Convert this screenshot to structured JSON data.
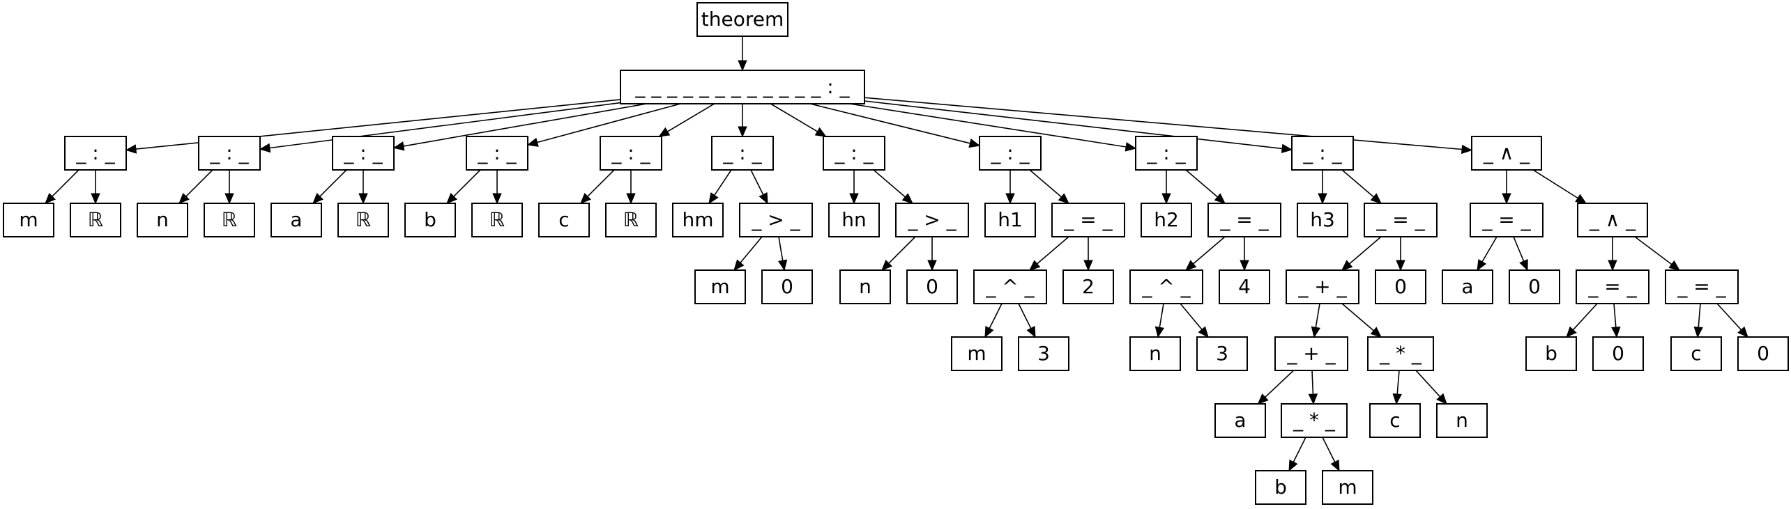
{
  "tree": {
    "nodes": [
      {
        "id": "theorem",
        "label": "theorem"
      },
      {
        "id": "root",
        "label": "_ _ _ _ _ _ _ _ _ _ _ _ : _"
      },
      {
        "id": "c1",
        "label": "_ : _"
      },
      {
        "id": "c1m",
        "label": "m"
      },
      {
        "id": "c1r",
        "label": "ℝ"
      },
      {
        "id": "c2",
        "label": "_ : _"
      },
      {
        "id": "c2n",
        "label": "n"
      },
      {
        "id": "c2r",
        "label": "ℝ"
      },
      {
        "id": "c3",
        "label": "_ : _"
      },
      {
        "id": "c3a",
        "label": "a"
      },
      {
        "id": "c3r",
        "label": "ℝ"
      },
      {
        "id": "c4",
        "label": "_ : _"
      },
      {
        "id": "c4b",
        "label": "b"
      },
      {
        "id": "c4r",
        "label": "ℝ"
      },
      {
        "id": "c5",
        "label": "_ : _"
      },
      {
        "id": "c5c",
        "label": "c"
      },
      {
        "id": "c5r",
        "label": "ℝ"
      },
      {
        "id": "c6",
        "label": "_ : _"
      },
      {
        "id": "c6hm",
        "label": "hm"
      },
      {
        "id": "c6gt",
        "label": "_ > _"
      },
      {
        "id": "c6gtm",
        "label": "m"
      },
      {
        "id": "c6gt0",
        "label": "0"
      },
      {
        "id": "c7",
        "label": "_ : _"
      },
      {
        "id": "c7hn",
        "label": "hn"
      },
      {
        "id": "c7gt",
        "label": "_ > _"
      },
      {
        "id": "c7gtn",
        "label": "n"
      },
      {
        "id": "c7gt0",
        "label": "0"
      },
      {
        "id": "c8",
        "label": "_ : _"
      },
      {
        "id": "c8h",
        "label": "h1"
      },
      {
        "id": "c8eq",
        "label": "_ = _"
      },
      {
        "id": "c8pow",
        "label": "_ ^ _"
      },
      {
        "id": "c8two",
        "label": "2"
      },
      {
        "id": "c8m",
        "label": "m"
      },
      {
        "id": "c8three",
        "label": "3"
      },
      {
        "id": "c9",
        "label": "_ : _"
      },
      {
        "id": "c9h",
        "label": "h2"
      },
      {
        "id": "c9eq",
        "label": "_ = _"
      },
      {
        "id": "c9pow",
        "label": "_ ^ _"
      },
      {
        "id": "c9four",
        "label": "4"
      },
      {
        "id": "c9n",
        "label": "n"
      },
      {
        "id": "c9three",
        "label": "3"
      },
      {
        "id": "c10",
        "label": "_ : _"
      },
      {
        "id": "c10h",
        "label": "h3"
      },
      {
        "id": "c10eq",
        "label": "_ = _"
      },
      {
        "id": "c10plus",
        "label": "_ + _"
      },
      {
        "id": "c10zero",
        "label": "0"
      },
      {
        "id": "c10plus2",
        "label": "_ + _"
      },
      {
        "id": "c10mul",
        "label": "_ * _"
      },
      {
        "id": "c10a",
        "label": "a"
      },
      {
        "id": "c10mul2",
        "label": "_ * _"
      },
      {
        "id": "c10b",
        "label": "b"
      },
      {
        "id": "c10m",
        "label": "m"
      },
      {
        "id": "c10c",
        "label": "c"
      },
      {
        "id": "c10n",
        "label": "n"
      },
      {
        "id": "c11",
        "label": "_ ∧ _"
      },
      {
        "id": "c11eq",
        "label": "_ = _"
      },
      {
        "id": "c11and",
        "label": "_ ∧ _"
      },
      {
        "id": "c11a",
        "label": "a"
      },
      {
        "id": "c11zero",
        "label": "0"
      },
      {
        "id": "c11eq2",
        "label": "_ = _"
      },
      {
        "id": "c11eq3",
        "label": "_ = _"
      },
      {
        "id": "c11b",
        "label": "b"
      },
      {
        "id": "c11zero2",
        "label": "0"
      },
      {
        "id": "c11c",
        "label": "c"
      },
      {
        "id": "c11zero3",
        "label": "0"
      }
    ],
    "edges": [
      [
        "theorem",
        "root"
      ],
      [
        "root",
        "c1"
      ],
      [
        "root",
        "c2"
      ],
      [
        "root",
        "c3"
      ],
      [
        "root",
        "c4"
      ],
      [
        "root",
        "c5"
      ],
      [
        "root",
        "c6"
      ],
      [
        "root",
        "c7"
      ],
      [
        "root",
        "c8"
      ],
      [
        "root",
        "c9"
      ],
      [
        "root",
        "c10"
      ],
      [
        "root",
        "c11"
      ],
      [
        "c1",
        "c1m"
      ],
      [
        "c1",
        "c1r"
      ],
      [
        "c2",
        "c2n"
      ],
      [
        "c2",
        "c2r"
      ],
      [
        "c3",
        "c3a"
      ],
      [
        "c3",
        "c3r"
      ],
      [
        "c4",
        "c4b"
      ],
      [
        "c4",
        "c4r"
      ],
      [
        "c5",
        "c5c"
      ],
      [
        "c5",
        "c5r"
      ],
      [
        "c6",
        "c6hm"
      ],
      [
        "c6",
        "c6gt"
      ],
      [
        "c6gt",
        "c6gtm"
      ],
      [
        "c6gt",
        "c6gt0"
      ],
      [
        "c7",
        "c7hn"
      ],
      [
        "c7",
        "c7gt"
      ],
      [
        "c7gt",
        "c7gtn"
      ],
      [
        "c7gt",
        "c7gt0"
      ],
      [
        "c8",
        "c8h"
      ],
      [
        "c8",
        "c8eq"
      ],
      [
        "c8eq",
        "c8pow"
      ],
      [
        "c8eq",
        "c8two"
      ],
      [
        "c8pow",
        "c8m"
      ],
      [
        "c8pow",
        "c8three"
      ],
      [
        "c9",
        "c9h"
      ],
      [
        "c9",
        "c9eq"
      ],
      [
        "c9eq",
        "c9pow"
      ],
      [
        "c9eq",
        "c9four"
      ],
      [
        "c9pow",
        "c9n"
      ],
      [
        "c9pow",
        "c9three"
      ],
      [
        "c10",
        "c10h"
      ],
      [
        "c10",
        "c10eq"
      ],
      [
        "c10eq",
        "c10plus"
      ],
      [
        "c10eq",
        "c10zero"
      ],
      [
        "c10plus",
        "c10plus2"
      ],
      [
        "c10plus",
        "c10mul"
      ],
      [
        "c10plus2",
        "c10a"
      ],
      [
        "c10plus2",
        "c10mul2"
      ],
      [
        "c10mul2",
        "c10b"
      ],
      [
        "c10mul2",
        "c10m"
      ],
      [
        "c10mul",
        "c10c"
      ],
      [
        "c10mul",
        "c10n"
      ],
      [
        "c11",
        "c11eq"
      ],
      [
        "c11",
        "c11and"
      ],
      [
        "c11eq",
        "c11a"
      ],
      [
        "c11eq",
        "c11zero"
      ],
      [
        "c11and",
        "c11eq2"
      ],
      [
        "c11and",
        "c11eq3"
      ],
      [
        "c11eq2",
        "c11b"
      ],
      [
        "c11eq2",
        "c11zero2"
      ],
      [
        "c11eq3",
        "c11c"
      ],
      [
        "c11eq3",
        "c11zero3"
      ]
    ]
  }
}
